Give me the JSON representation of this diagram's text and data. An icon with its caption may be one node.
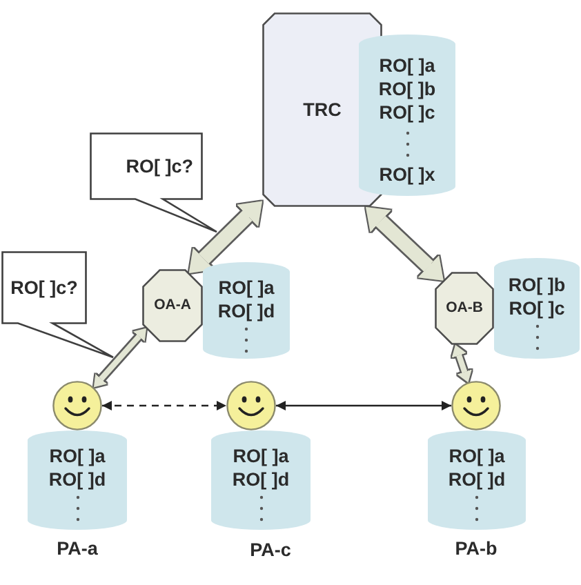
{
  "diagram": {
    "nodes": [
      {
        "text": [
          "TRC"
        ]
      },
      {
        "text": [
          "RO[ ]a",
          "RO[ ]b",
          "RO[ ]c",
          "RO[ ]x"
        ]
      },
      {
        "text": [
          "RO[ ]c?"
        ]
      },
      {
        "text": [
          "RO[ ]c?"
        ]
      },
      {
        "text": [
          "OA-A"
        ]
      },
      {
        "text": [
          "RO[ ]a",
          "RO[ ]d"
        ]
      },
      {
        "text": [
          "OA-B"
        ]
      },
      {
        "text": [
          "RO[ ]b",
          "RO[ ]c"
        ]
      },
      {
        "text": [],
        "shape": "person"
      },
      {
        "text": [],
        "shape": "person"
      },
      {
        "text": [],
        "shape": "person"
      },
      {
        "text": [
          "RO[ ]a",
          "RO[ ]d"
        ],
        "beside": [
          "PA-a"
        ]
      },
      {
        "text": [
          "RO[ ]a",
          "RO[ ]d"
        ],
        "beside": [
          "PA-c"
        ]
      },
      {
        "text": [
          "RO[ ]a",
          "RO[ ]d"
        ],
        "beside": [
          "PA-b"
        ]
      }
    ],
    "edges": [
      {
        "from": 0,
        "to": 4,
        "arrow": "both",
        "style": "thick"
      },
      {
        "from": 0,
        "to": 6,
        "arrow": "both",
        "style": "thick"
      },
      {
        "from": 4,
        "to": 8,
        "arrow": "both",
        "style": "thick"
      },
      {
        "from": 6,
        "to": 10,
        "arrow": "both",
        "style": "thick"
      },
      {
        "from": 8,
        "to": 9,
        "arrow": "both",
        "style": "dashed",
        "color": "#222222"
      },
      {
        "from": 9,
        "to": 10,
        "arrow": "both",
        "color": "#222222"
      }
    ]
  }
}
